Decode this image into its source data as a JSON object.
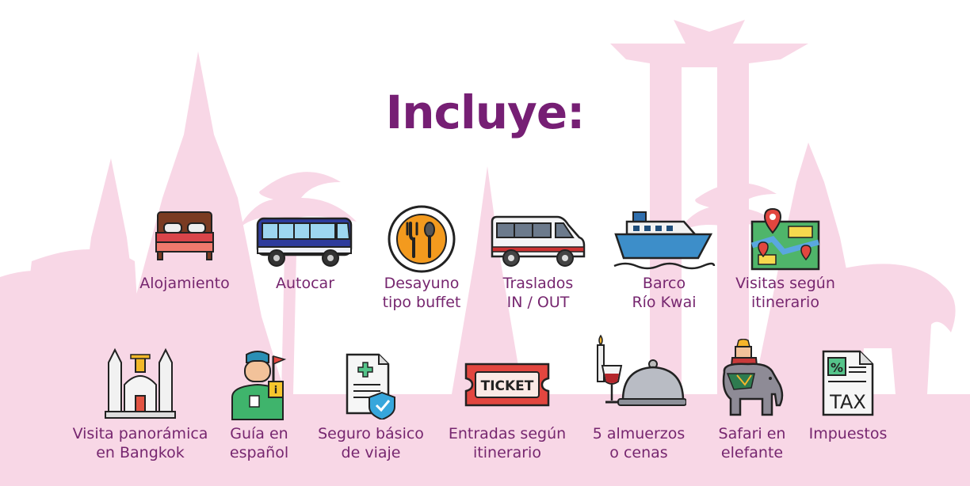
{
  "title": "Incluye:",
  "colors": {
    "accent": "#761f74",
    "background_silhouette": "#f7d6e6"
  },
  "row1": [
    {
      "icon": "bed-icon",
      "lines": [
        "Alojamiento"
      ]
    },
    {
      "icon": "bus-icon",
      "lines": [
        "Autocar"
      ]
    },
    {
      "icon": "plate-cutlery-icon",
      "lines": [
        "Desayuno",
        "tipo buffet"
      ]
    },
    {
      "icon": "van-icon",
      "lines": [
        "Traslados",
        "IN / OUT"
      ]
    },
    {
      "icon": "boat-icon",
      "lines": [
        "Barco",
        "Río Kwai"
      ]
    },
    {
      "icon": "map-pins-icon",
      "lines": [
        "Visitas según",
        "itinerario"
      ]
    }
  ],
  "row2": [
    {
      "icon": "temple-monument-icon",
      "lines": [
        "Visita panorámica",
        "en Bangkok"
      ]
    },
    {
      "icon": "tour-guide-icon",
      "lines": [
        "Guía en",
        "español"
      ]
    },
    {
      "icon": "insurance-document-icon",
      "lines": [
        "Seguro básico",
        "de viaje"
      ]
    },
    {
      "icon": "ticket-icon",
      "lines": [
        "Entradas según",
        "itinerario"
      ],
      "ticket_text": "TICKET"
    },
    {
      "icon": "dinner-cloche-icon",
      "lines": [
        "5 almuerzos",
        "o cenas"
      ]
    },
    {
      "icon": "elephant-icon",
      "lines": [
        "Safari en",
        "elefante"
      ]
    },
    {
      "icon": "tax-document-icon",
      "lines": [
        "Impuestos"
      ],
      "tax_text": "TAX",
      "percent_text": "%"
    }
  ]
}
